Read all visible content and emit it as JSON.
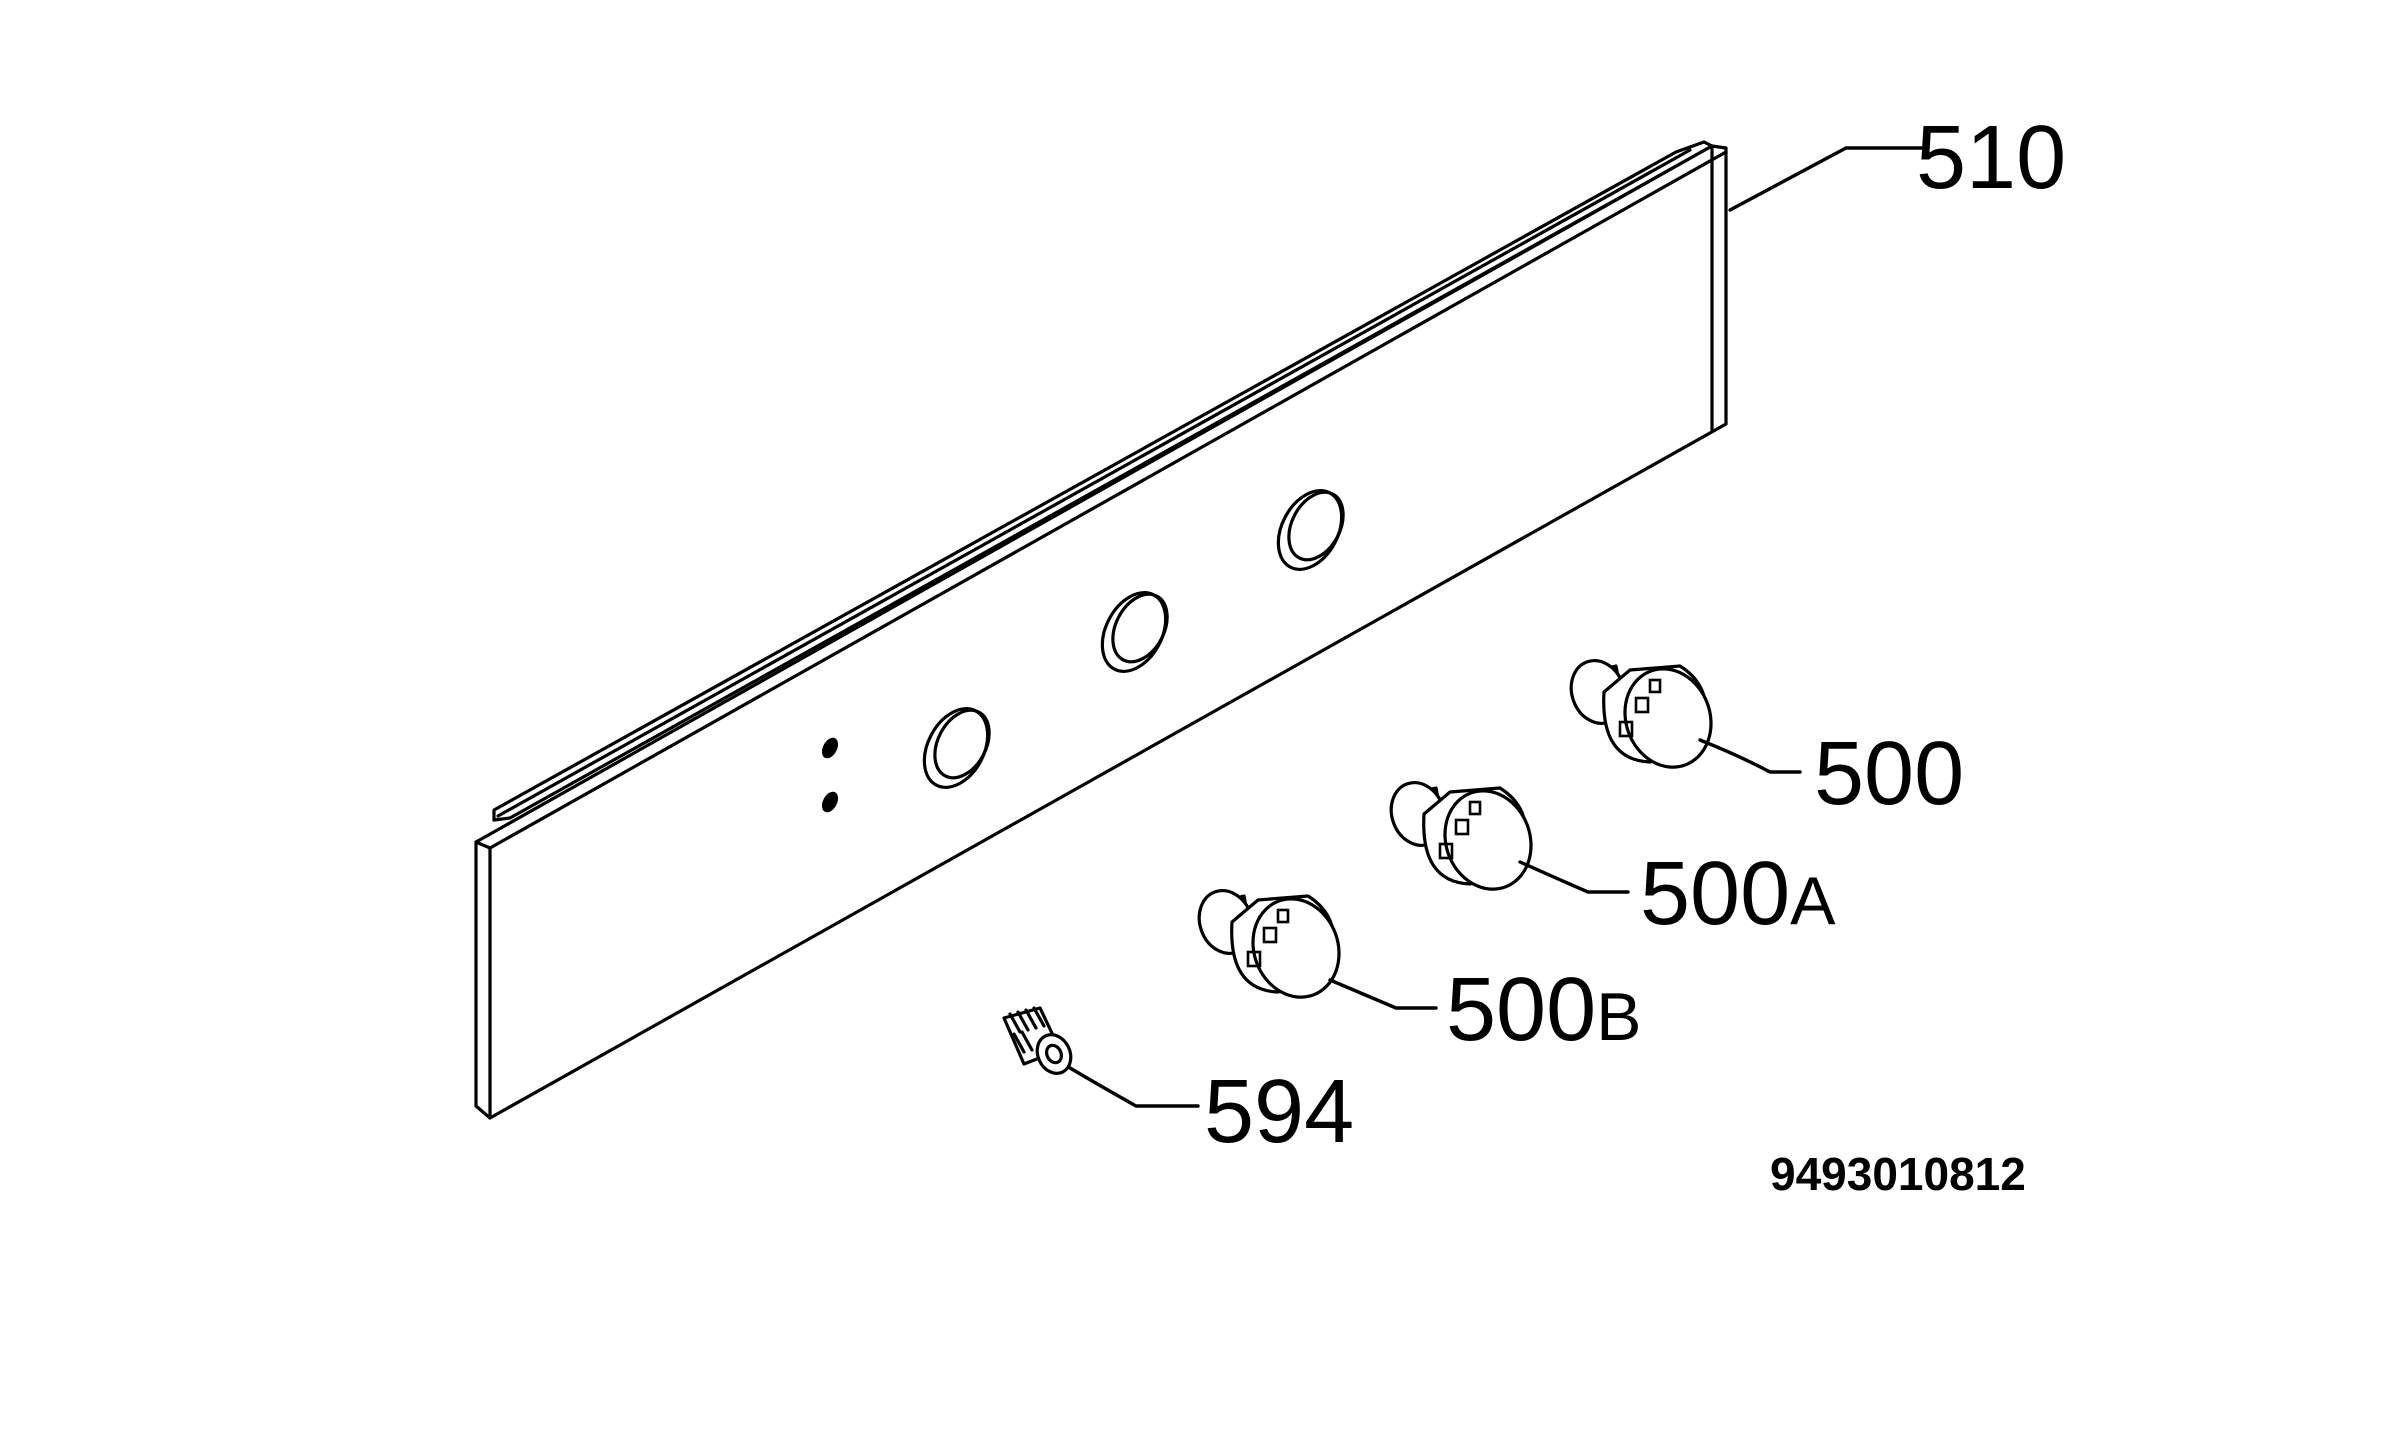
{
  "diagram": {
    "drawing_number": "9493010812",
    "callouts": {
      "panel": "510",
      "knob_1": "500",
      "knob_2_num": "500",
      "knob_2_suffix": "A",
      "knob_3_num": "500",
      "knob_3_suffix": "B",
      "screw": "594"
    }
  }
}
